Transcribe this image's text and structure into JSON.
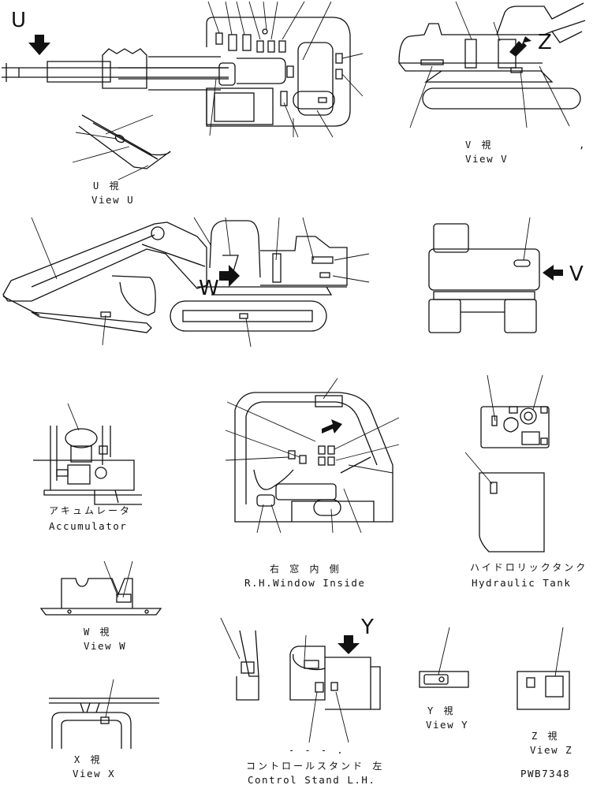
{
  "drawing_id": "PWB7348",
  "views": {
    "u": {
      "letter": "U",
      "jp": "U 視",
      "en": "View U"
    },
    "v": {
      "letter": "V",
      "jp": "V 視",
      "en": "View V",
      "note": ","
    },
    "w": {
      "letter": "W",
      "jp": "W 視",
      "en": "View W"
    },
    "x": {
      "jp": "X 視",
      "en": "View X"
    },
    "y": {
      "letter": "Y",
      "jp": "Y 視",
      "en": "View Y"
    },
    "z": {
      "letter": "Z",
      "jp": "Z 視",
      "en": "View Z"
    }
  },
  "accumulator": {
    "jp": "アキュムレータ",
    "en": "Accumulator"
  },
  "rh_window": {
    "jp": "右 窓 内 側",
    "en": "R.H.Window Inside"
  },
  "hydraulic_tank": {
    "jp": "ハイドロリックタンク",
    "en": "Hydraulic Tank"
  },
  "control_stand": {
    "jp": "コントロールスタンド 左",
    "en": "Control Stand L.H.",
    "mark": "- -  - ."
  }
}
